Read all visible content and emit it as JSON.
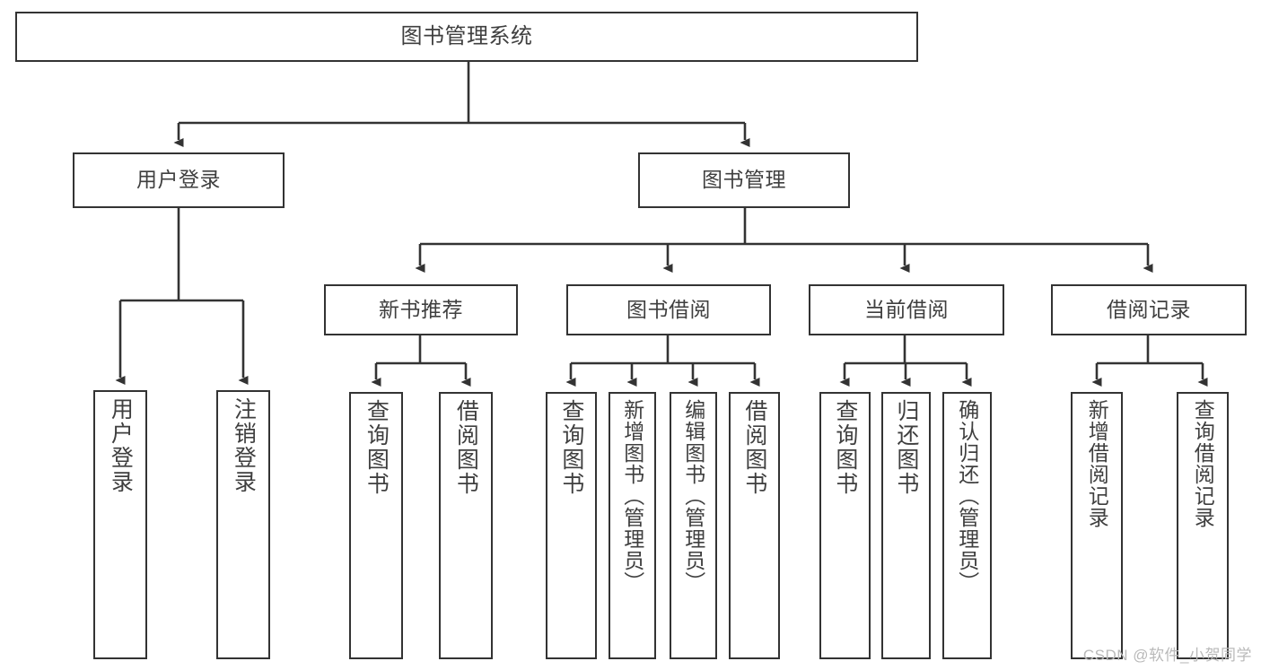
{
  "diagram": {
    "title": "图书管理系统",
    "type": "tree-hierarchy-chart",
    "watermark": "CSDN @软件_小贺同学",
    "colors": {
      "box_border": "#333333",
      "box_fill": "#ffffff",
      "connector": "#333333",
      "text": "#3f3f3f",
      "watermark": "#b9b9b9"
    },
    "root": {
      "label": "图书管理系统"
    },
    "level1": [
      {
        "label": "用户登录"
      },
      {
        "label": "图书管理"
      }
    ],
    "level2": [
      {
        "label": "新书推荐"
      },
      {
        "label": "图书借阅"
      },
      {
        "label": "当前借阅"
      },
      {
        "label": "借阅记录"
      }
    ],
    "leaves": {
      "user_login": [
        {
          "label": "用户登录"
        },
        {
          "label": "注销登录"
        }
      ],
      "new_book": [
        {
          "label": "查询图书"
        },
        {
          "label": "借阅图书"
        }
      ],
      "borrow_book": [
        {
          "label": "查询图书"
        },
        {
          "label": "新增图书（管理员）"
        },
        {
          "label": "编辑图书（管理员）"
        },
        {
          "label": "借阅图书"
        }
      ],
      "current_borrow": [
        {
          "label": "查询图书"
        },
        {
          "label": "归还图书"
        },
        {
          "label": "确认归还（管理员）"
        }
      ],
      "borrow_record": [
        {
          "label": "新增借阅记录"
        },
        {
          "label": "查询借阅记录"
        }
      ]
    }
  }
}
